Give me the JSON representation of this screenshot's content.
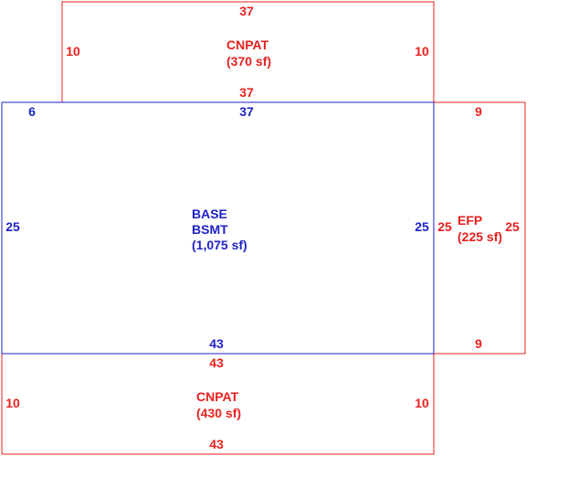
{
  "colors": {
    "red": "#e8211e",
    "blue": "#1e22c8"
  },
  "areas": {
    "cnpat_top": {
      "name": "CNPAT",
      "area": "(370 sf)",
      "dim_top": "37",
      "dim_bottom": "37",
      "dim_left": "10",
      "dim_right": "10"
    },
    "base": {
      "name": "BASE",
      "name2": "BSMT",
      "area": "(1,075 sf)",
      "dim_top": "37",
      "dim_topleft": "6",
      "dim_bottom": "43",
      "dim_left": "25",
      "dim_right": "25"
    },
    "efp": {
      "name": "EFP",
      "area": "(225 sf)",
      "dim_top": "9",
      "dim_bottom": "9",
      "dim_left": "25",
      "dim_right": "25"
    },
    "cnpat_bottom": {
      "name": "CNPAT",
      "area": "(430 sf)",
      "dim_top": "43",
      "dim_bottom": "43",
      "dim_left": "10",
      "dim_right": "10"
    }
  }
}
